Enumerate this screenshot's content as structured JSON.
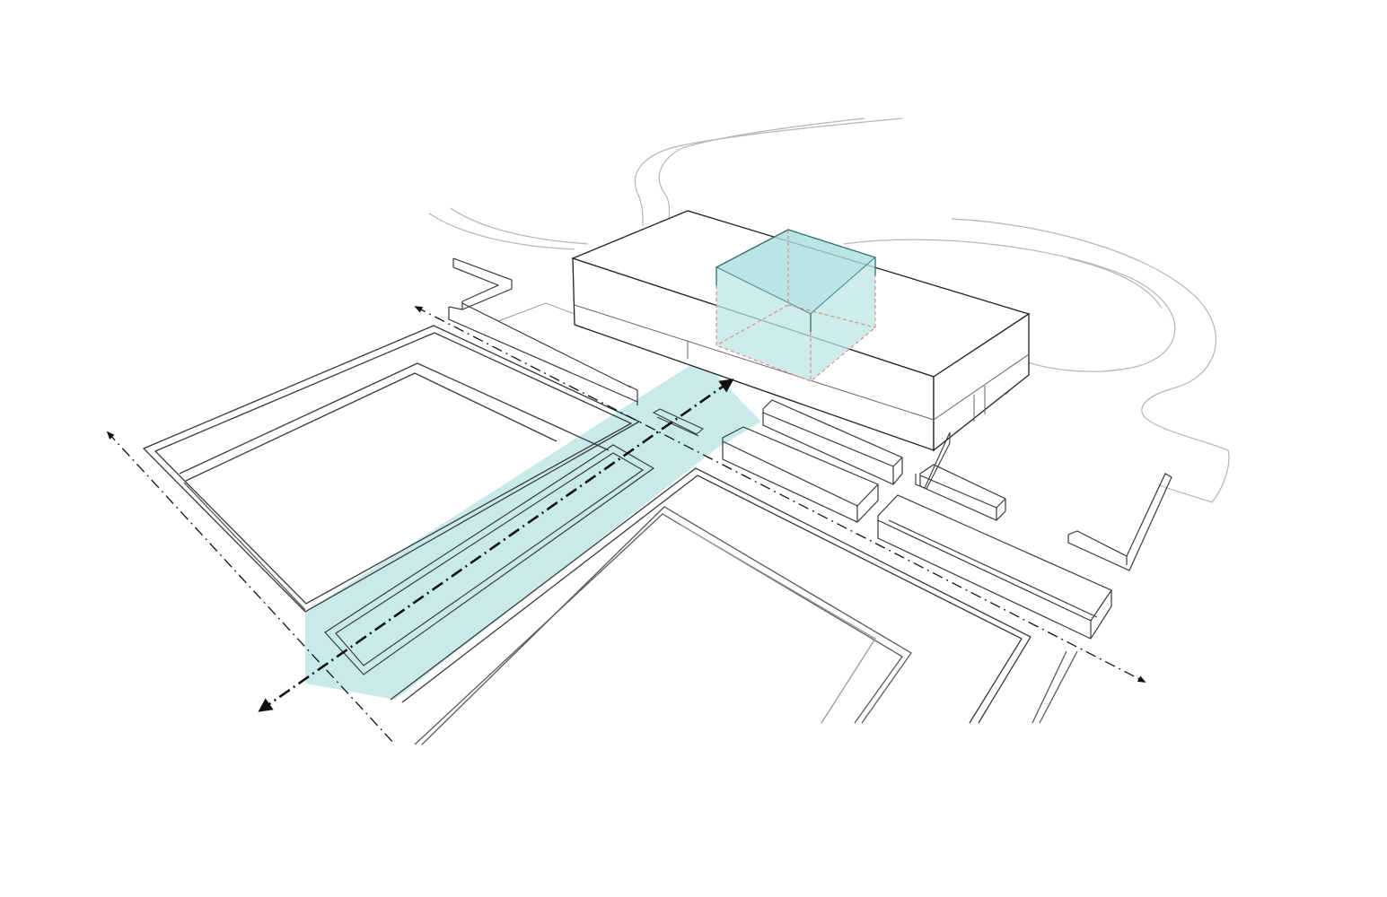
{
  "diagram": {
    "kind": "axonometric-site-diagram",
    "text_labels": [],
    "colors": {
      "background": "#ffffff",
      "line": "#3a3a3a",
      "faint_line": "#b5b5b5",
      "axis_line": "#111111",
      "highlight_fill": "#bfe6e6",
      "highlight_stroke": "#2f6f73",
      "hidden_edge": "#e07a7a"
    },
    "elements": [
      {
        "name": "landscape-contour-lines",
        "style": "faint"
      },
      {
        "name": "building-main-block",
        "style": "outline"
      },
      {
        "name": "highlighted-cube-volume",
        "style": "cyan-fill"
      },
      {
        "name": "cyan-central-axis-band",
        "style": "cyan-fill"
      },
      {
        "name": "left-courtyard",
        "style": "outline"
      },
      {
        "name": "right-courtyard",
        "style": "outline"
      },
      {
        "name": "l-shaped-wall-left",
        "style": "outline"
      },
      {
        "name": "l-shaped-wall-right",
        "style": "outline"
      },
      {
        "name": "low-bar-blocks",
        "style": "outline"
      },
      {
        "name": "reflecting-pool",
        "style": "outline"
      }
    ],
    "axes": [
      {
        "name": "main-axis-arrow",
        "line_style": "dash-dot",
        "arrowheads": "both",
        "weight": "bold"
      },
      {
        "name": "secondary-axis-arrow",
        "line_style": "dash-dot",
        "arrowheads": "both",
        "weight": "thin"
      },
      {
        "name": "edge-axis-arrow",
        "line_style": "dash-dot",
        "arrowheads": "start",
        "weight": "thin"
      }
    ]
  }
}
